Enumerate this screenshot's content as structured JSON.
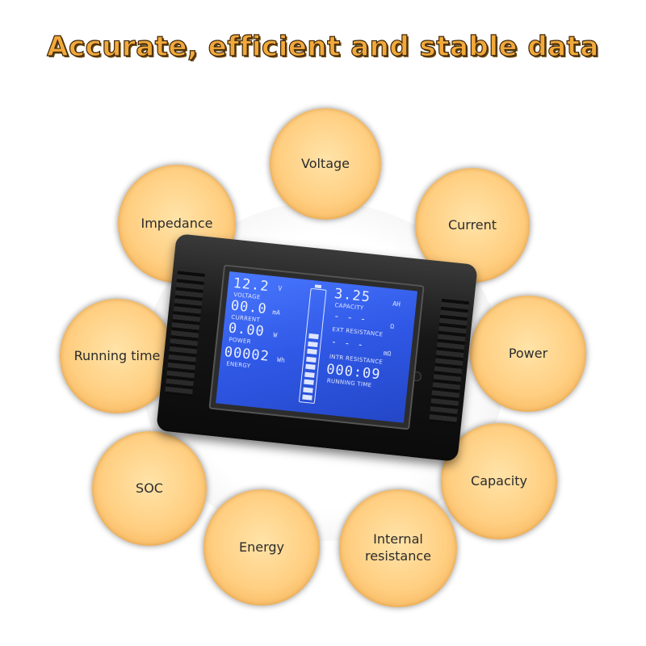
{
  "headline": "Accurate, efficient and stable data",
  "bubbles": {
    "voltage": "Voltage",
    "impedance": "Impedance",
    "current": "Current",
    "running_time": "Running time",
    "power": "Power",
    "soc": "SOC",
    "capacity": "Capacity",
    "energy": "Energy",
    "internal_resistance": "Internal\nresistance"
  },
  "lcd": {
    "voltage_value": "12.2",
    "voltage_unit": "V",
    "voltage_label": "VOLTAGE",
    "current_value": "00.0",
    "current_unit": "mA",
    "current_label": "CURRENT",
    "power_value": "0.00",
    "power_unit": "W",
    "power_label": "POWER",
    "energy_value": "00002",
    "energy_unit": "Wh",
    "energy_label": "ENERGY",
    "capacity_value": "3.25",
    "capacity_unit": "AH",
    "capacity_label": "CAPACITY",
    "ext_res_value": "- - -",
    "ext_res_unit": "Ω",
    "ext_res_label": "EXT RESISTANCE",
    "intr_res_value": "- - -",
    "intr_res_unit": "mΩ",
    "intr_res_label": "INTR RESISTANCE",
    "time_value": "000:09",
    "time_label": "RUNNING TIME",
    "battery_level_segments": 9
  },
  "colors": {
    "bubble": "#ffcf82",
    "headline": "#f2a93b",
    "lcd": "#2f58e6"
  }
}
